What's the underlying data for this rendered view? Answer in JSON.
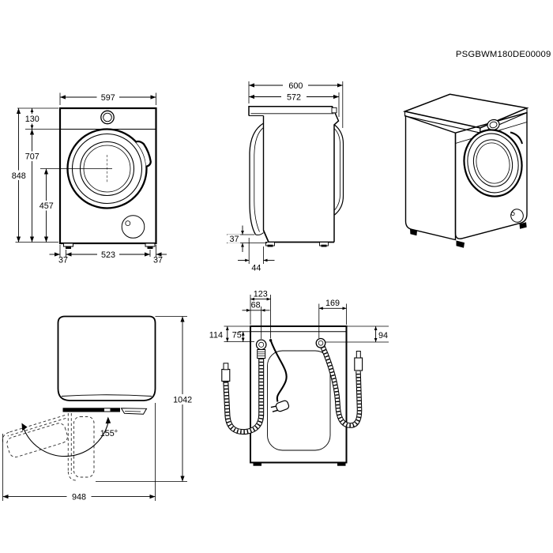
{
  "part_number": "PSGBWM180DE00009",
  "colors": {
    "line": "#000000",
    "background": "#ffffff"
  },
  "front_view": {
    "width_top": "597",
    "height_total": "848",
    "top_to_door_panel": "130",
    "panel_to_floor": "707",
    "door_center_to_floor": "457",
    "left_foot_inset": "37",
    "feet_spacing": "523",
    "right_foot_inset": "37"
  },
  "side_view": {
    "depth_total": "600",
    "depth_body": "572",
    "door_bottom_clearance": "37",
    "door_protrusion": "44"
  },
  "rear_view": {
    "drain_hose_offset_outer": "123",
    "drain_hose_offset_inner": "68",
    "inlet_hose_offset": "169",
    "drain_height_outer": "114",
    "drain_height_inner": "75",
    "inlet_height": "94"
  },
  "top_view": {
    "depth_door_open": "1042",
    "width_door_open": "948",
    "door_opening_angle": "155°"
  }
}
